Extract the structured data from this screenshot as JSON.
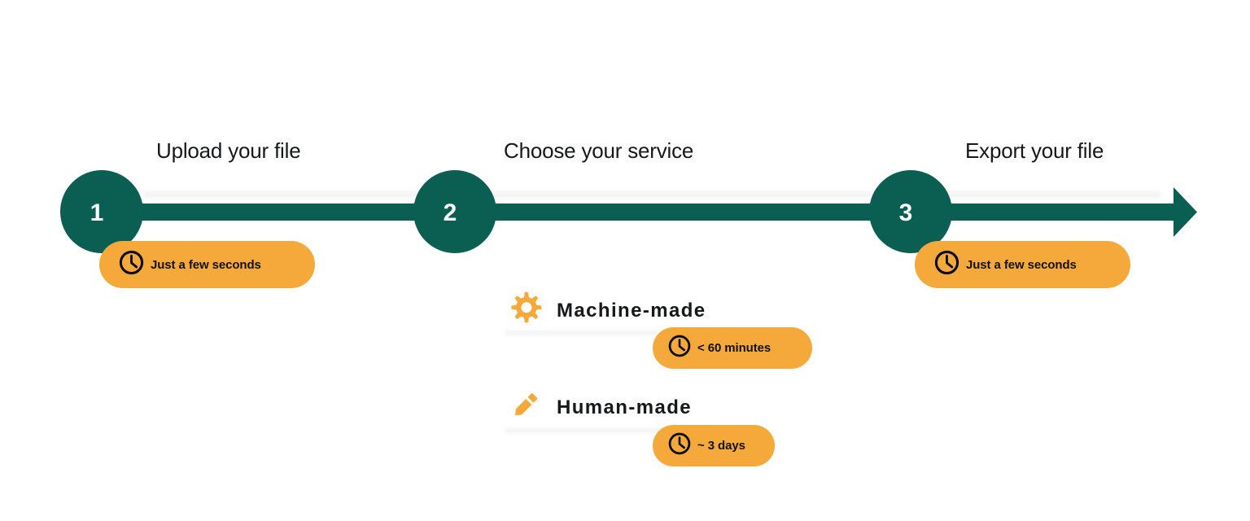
{
  "diagram": {
    "title_hidden": "",
    "colors": {
      "teal": "#0A5F52",
      "orange": "#F5A93A",
      "text": "#17181A",
      "background": "#FFFFFF"
    },
    "steps": [
      {
        "number": "1",
        "title": "Upload your file",
        "badge": {
          "icon": "clock-icon",
          "label": "Just a few seconds"
        }
      },
      {
        "number": "2",
        "title": "Choose your service",
        "badge": null
      },
      {
        "number": "3",
        "title": "Export your file",
        "badge": {
          "icon": "clock-icon",
          "label": "Just a few seconds"
        }
      }
    ],
    "services": [
      {
        "icon": "gear-icon",
        "label": "Machine-made",
        "badge": {
          "icon": "clock-icon",
          "label": "< 60 minutes"
        }
      },
      {
        "icon": "pencil-icon",
        "label": "Human-made",
        "badge": {
          "icon": "clock-icon",
          "label": "~ 3 days"
        }
      }
    ],
    "arrow": {
      "icon": "arrow-right-icon",
      "direction": "right"
    }
  }
}
